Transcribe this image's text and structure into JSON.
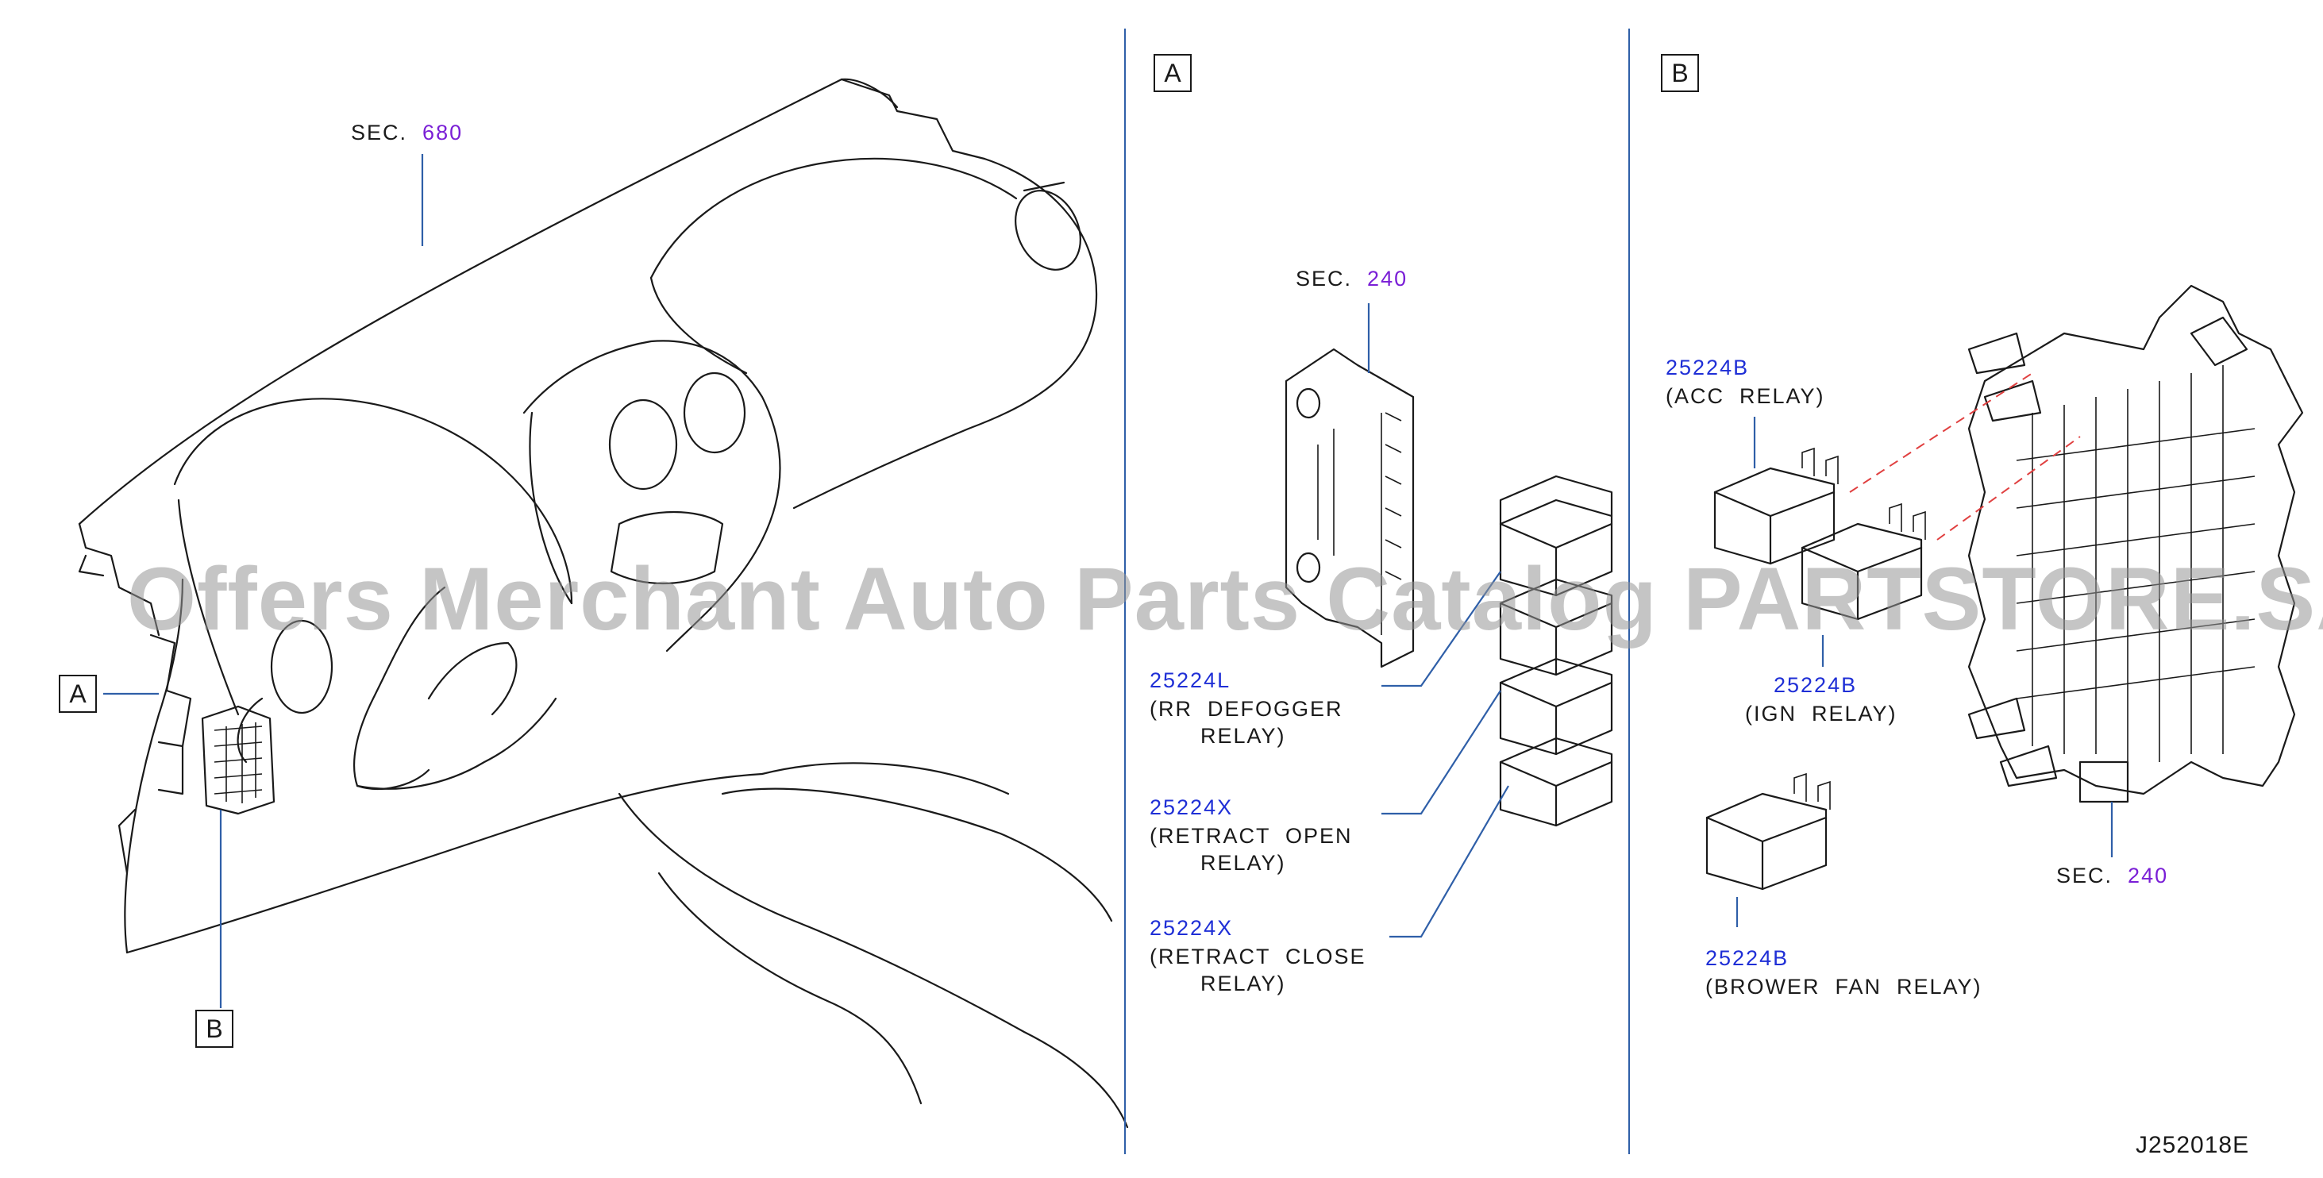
{
  "watermark": "Offers Merchant Auto Parts Catalog PARTSTORE.SA",
  "drawing_id": "J252018E",
  "callouts": {
    "a": "A",
    "b": "B"
  },
  "overview": {
    "sec_label": "SEC.",
    "sec_number": "680"
  },
  "panel_a": {
    "box_label": "A",
    "sec_label": "SEC.",
    "sec_number": "240",
    "parts": [
      {
        "number": "25224L",
        "desc_line1": "(RR  DEFOGGER",
        "desc_line2": "RELAY)"
      },
      {
        "number": "25224X",
        "desc_line1": "(RETRACT  OPEN",
        "desc_line2": "RELAY)"
      },
      {
        "number": "25224X",
        "desc_line1": "(RETRACT  CLOSE",
        "desc_line2": "RELAY)"
      }
    ]
  },
  "panel_b": {
    "box_label": "B",
    "sec_label": "SEC.",
    "sec_number": "240",
    "parts": [
      {
        "number": "25224B",
        "desc": "(ACC  RELAY)"
      },
      {
        "number": "25224B",
        "desc": "(IGN  RELAY)"
      },
      {
        "number": "25224B",
        "desc": "(BROWER  FAN  RELAY)"
      }
    ]
  },
  "colors": {
    "part_number": "#1f2fd6",
    "section_number": "#7a1fd6",
    "leader": "#2f5fa8",
    "dashed_guide": "#e04040"
  }
}
